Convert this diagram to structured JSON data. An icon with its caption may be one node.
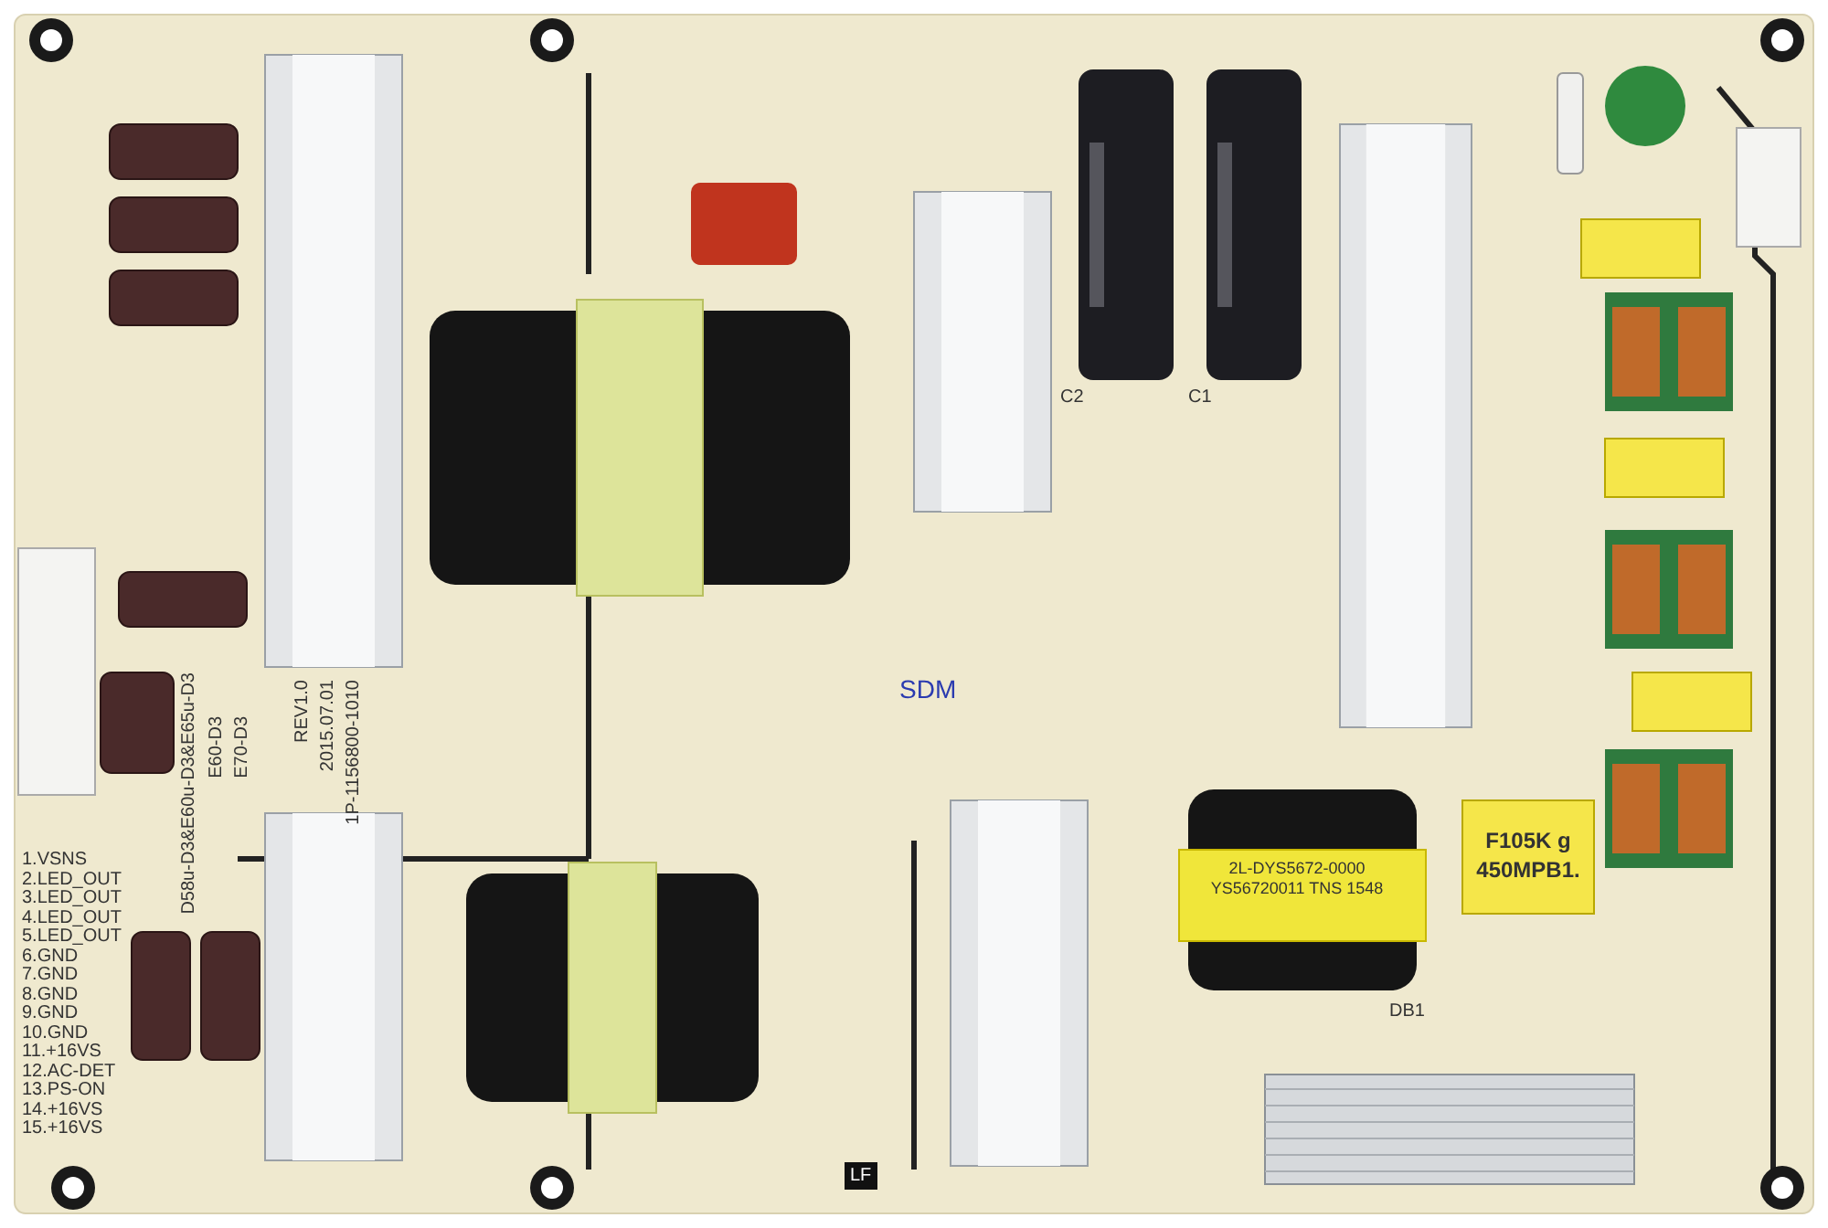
{
  "diagram": {
    "labels": [
      "1.VSNS",
      "2.LED_OUT",
      "3.LED_OUT",
      "4.LED_OUT",
      "5.LED_OUT",
      "6.GND",
      "7.GND",
      "8.GND",
      "9.GND",
      "10.GND",
      "11.+16VS",
      "12.AC-DET",
      "13.PS-ON",
      "14.+16VS",
      "15.+16VS",
      "D58u-D3&E60u-D3&E65u-D3",
      "E60-D3",
      "E70-D3",
      "REV1.0",
      "2015.07.01",
      "1P-1156800-1010",
      "2L-DYS5672-0000 YS56720011 TNS 1548",
      "F105K g 450MPB1.",
      "DB1",
      "SDM",
      "LF",
      "C2",
      "C1"
    ]
  }
}
